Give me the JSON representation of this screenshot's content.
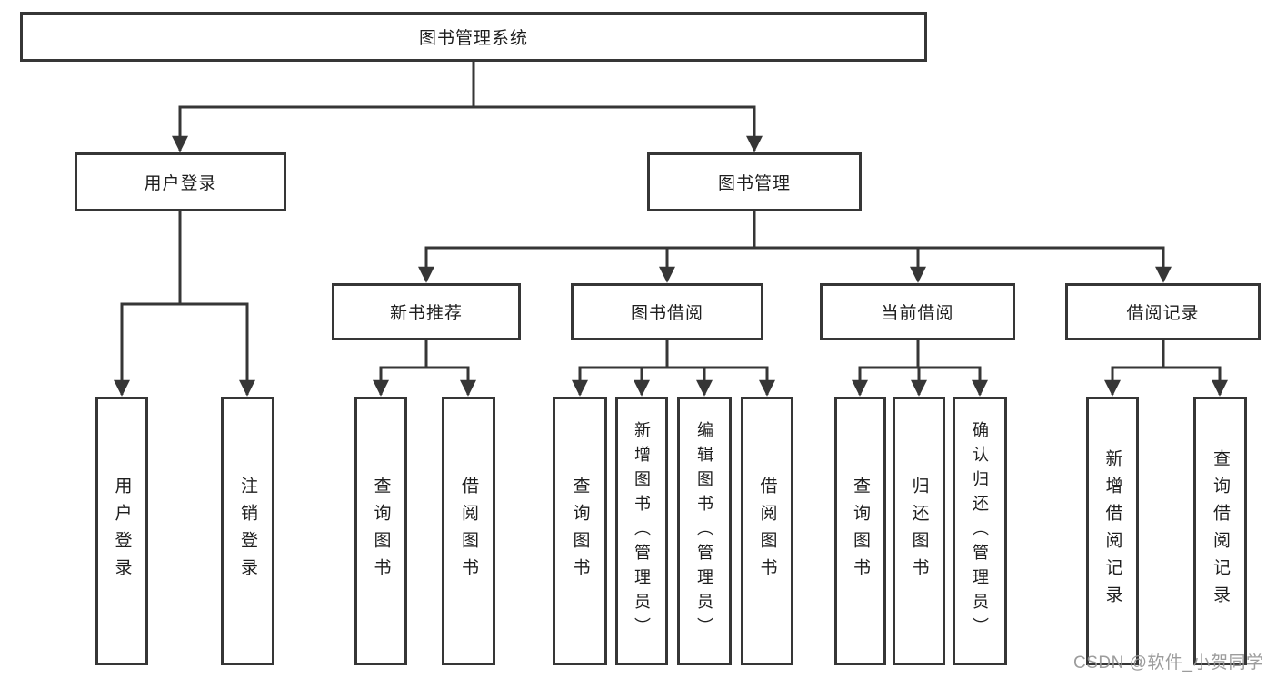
{
  "diagram_title": "图书管理系统",
  "watermark": "CSDN @软件_小贺同学",
  "colors": {
    "line": "#363636",
    "text": "#1e1e1e",
    "box_background": "#ffffff",
    "watermark": "#949494"
  },
  "tree": {
    "label": "图书管理系统",
    "children": [
      {
        "label": "用户登录",
        "children": [
          {
            "label": "用户登录"
          },
          {
            "label": "注销登录"
          }
        ]
      },
      {
        "label": "图书管理",
        "children": [
          {
            "label": "新书推荐",
            "children": [
              {
                "label": "查询图书"
              },
              {
                "label": "借阅图书"
              }
            ]
          },
          {
            "label": "图书借阅",
            "children": [
              {
                "label": "查询图书"
              },
              {
                "label": "新增图书（管理员）"
              },
              {
                "label": "编辑图书（管理员）"
              },
              {
                "label": "借阅图书"
              }
            ]
          },
          {
            "label": "当前借阅",
            "children": [
              {
                "label": "查询图书"
              },
              {
                "label": "归还图书"
              },
              {
                "label": "确认归还（管理员）"
              }
            ]
          },
          {
            "label": "借阅记录",
            "children": [
              {
                "label": "新增借阅记录"
              },
              {
                "label": "查询借阅记录"
              }
            ]
          }
        ]
      }
    ]
  }
}
